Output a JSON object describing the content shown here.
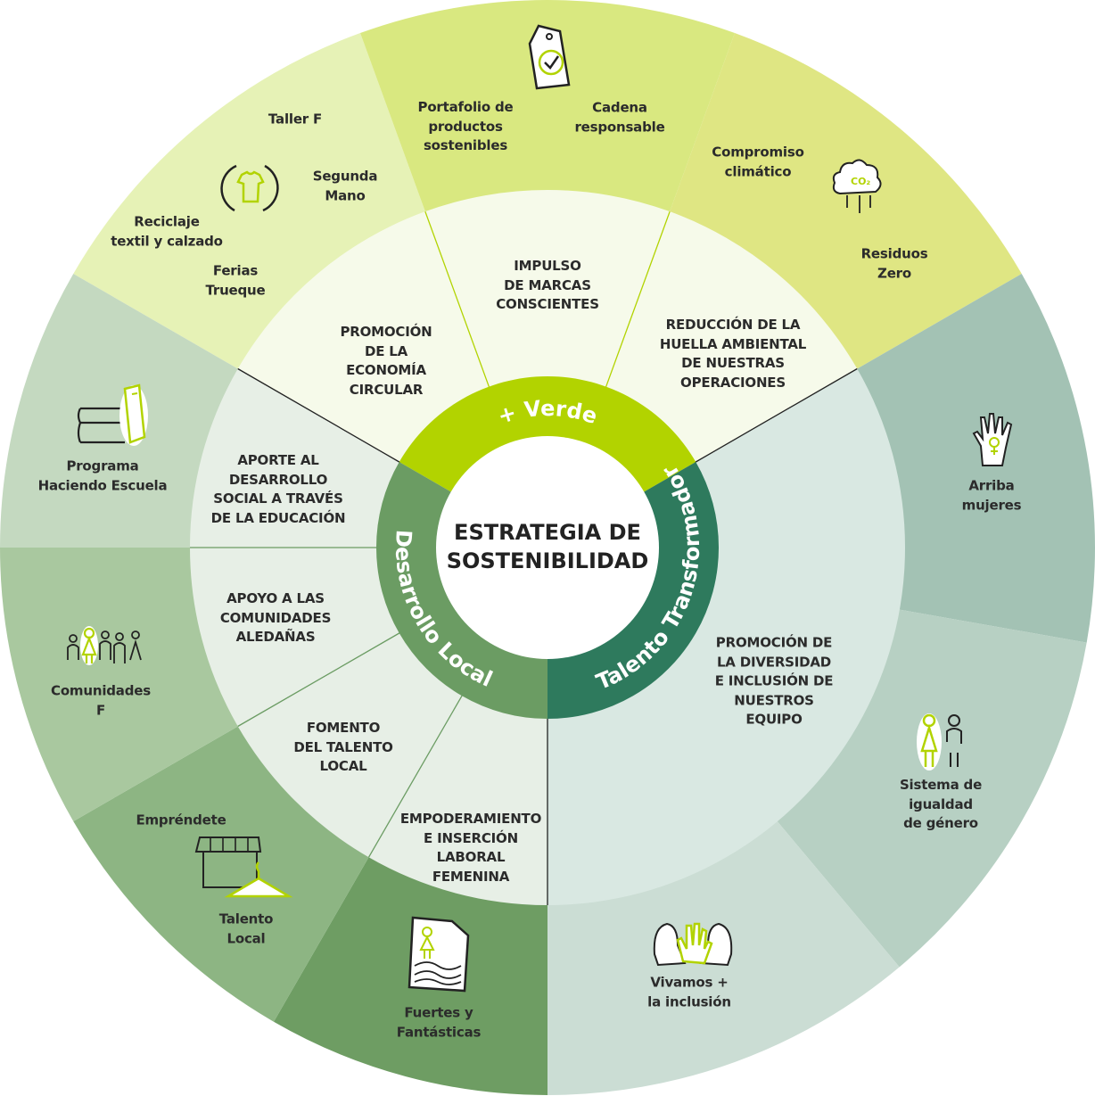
{
  "center_title": "ESTRATEGIA DE\nSOSTENIBILIDAD",
  "pillars": [
    {
      "name": "+ Verde",
      "color": "#b2d300"
    },
    {
      "name": "Talento Transformador",
      "color": "#2e7a5d"
    },
    {
      "name": "Desarrollo Local",
      "color": "#6b9c63"
    }
  ],
  "strategic_lines": [
    {
      "label": "PROMOCIÓN\nDE LA\nECONOMÍA\nCIRCULAR",
      "color": "#f6faea"
    },
    {
      "label": "IMPULSO\nDE MARCAS\nCONSCIENTES",
      "color": "#f6faea"
    },
    {
      "label": "REDUCCIÓN DE LA\nHUELLA AMBIENTAL\nDE NUESTRAS\nOPERACIONES",
      "color": "#f6faea"
    },
    {
      "label": "PROMOCIÓN DE\nLA DIVERSIDAD\nE INCLUSIÓN DE\nNUESTROS\nEQUIPO",
      "color": "#d9e8e2"
    },
    {
      "label": "EMPODERAMIENTO\nE INSERCIÓN\nLABORAL\nFEMENINA",
      "color": "#e7efe6"
    },
    {
      "label": "FOMENTO\nDEL TALENTO\nLOCAL",
      "color": "#e7efe6"
    },
    {
      "label": "APOYO A LAS\nCOMUNIDADES\nALEDAÑAS",
      "color": "#e7efe6"
    },
    {
      "label": "APORTE AL\nDESARROLLO\nSOCIAL A TRAVÉS\nDE LA EDUCACIÓN",
      "color": "#e7efe6"
    }
  ],
  "programs": [
    {
      "sector": "economia-circular",
      "color": "#e6f2b6",
      "items": [
        "Taller F",
        "Segunda\nMano",
        "Reciclaje\ntextil y calzado",
        "Ferias\nTrueque"
      ],
      "icon": "recycle-tshirt-icon"
    },
    {
      "sector": "marcas-conscientes",
      "color": "#d9e880",
      "items": [
        "Portafolio de\nproductos\nsostenibles",
        "Cadena\nresponsable"
      ],
      "icon": "eco-tag-icon"
    },
    {
      "sector": "huella-ambiental",
      "color": "#dfe683",
      "items": [
        "Compromiso\nclimático",
        "Residuos\nZero"
      ],
      "icon": "co2-cloud-icon"
    },
    {
      "sector": "arriba-mujeres",
      "color": "#a3c2b4",
      "items": [
        "Arriba\nmujeres"
      ],
      "icon": "hand-female-icon"
    },
    {
      "sector": "igualdad-genero",
      "color": "#b7d0c3",
      "items": [
        "Sistema de\nigualdad\nde género"
      ],
      "icon": "gender-equality-icon"
    },
    {
      "sector": "inclusion",
      "color": "#cbddd4",
      "items": [
        "Vivamos +\nla inclusión"
      ],
      "icon": "hands-inclusion-icon"
    },
    {
      "sector": "fuertes",
      "color": "#6e9d63",
      "items": [
        "Fuertes y\nFantásticas"
      ],
      "icon": "document-woman-icon"
    },
    {
      "sector": "talento-local",
      "color": "#8db583",
      "items": [
        "Empréndete",
        "Talento\nLocal"
      ],
      "icon": "store-hanger-icon"
    },
    {
      "sector": "comunidades",
      "color": "#a9c89f",
      "items": [
        "Comunidades\nF"
      ],
      "icon": "community-people-icon"
    },
    {
      "sector": "educacion",
      "color": "#c4d9c0",
      "items": [
        "Programa\nHaciendo Escuela"
      ],
      "icon": "books-icon"
    }
  ],
  "accent": "#b2d300"
}
